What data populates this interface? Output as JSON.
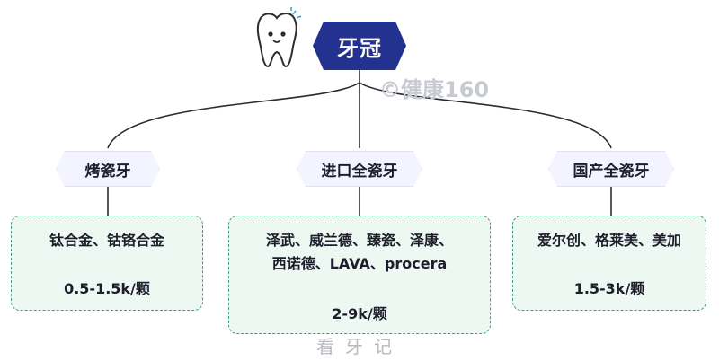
{
  "root": {
    "label": "牙冠"
  },
  "watermark": "©健康160",
  "categories": [
    {
      "label": "烤瓷牙",
      "brands_lines": [
        "钛合金、钴铬合金"
      ],
      "price": "0.5-1.5k/颗"
    },
    {
      "label": "进口全瓷牙",
      "brands_lines": [
        "泽武、威兰德、臻瓷、泽康、",
        "西诺德、LAVA、procera"
      ],
      "price": "2-9k/颗"
    },
    {
      "label": "国产全瓷牙",
      "brands_lines": [
        "爱尔创、格莱美、美加"
      ],
      "price": "1.5-3k/颗"
    }
  ],
  "bottom_watermark": "看牙记",
  "colors": {
    "root_fill": "#23328f",
    "category_fill": "#f3f4ff",
    "box_border": "#3f9c73",
    "box_fill": "#eef8f2",
    "connector": "#2b2b33"
  },
  "icons": [
    "tooth-icon"
  ]
}
